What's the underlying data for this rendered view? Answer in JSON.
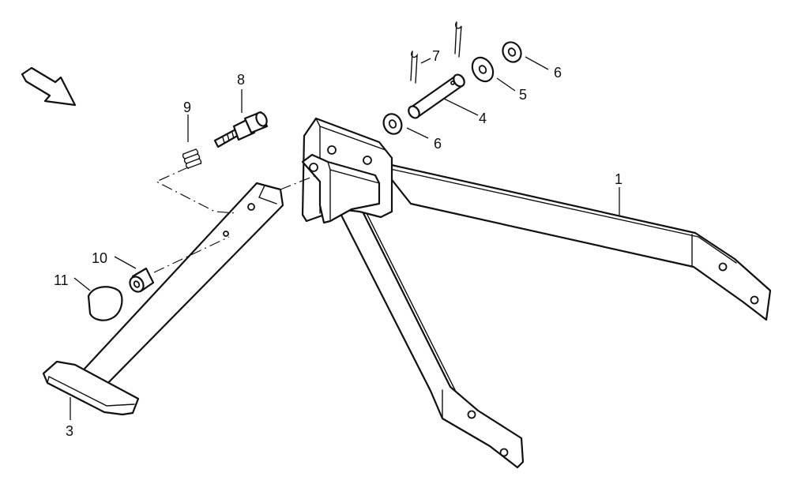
{
  "callouts": {
    "c1": "1",
    "c3": "3",
    "c4": "4",
    "c5": "5",
    "c6a": "6",
    "c6b": "6",
    "c7": "7",
    "c8": "8",
    "c9": "9",
    "c10": "10",
    "c11": "11"
  },
  "colors": {
    "line": "#111111",
    "background": "#ffffff"
  }
}
